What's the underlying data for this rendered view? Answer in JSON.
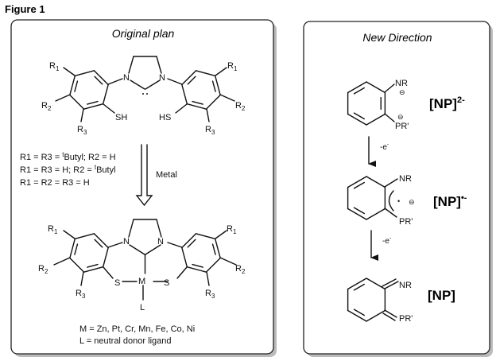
{
  "figure_title": "Figure 1",
  "left_panel": {
    "title": "Original plan",
    "ligand": {
      "R1": "R",
      "R1_sub": "1",
      "R2": "R",
      "R2_sub": "2",
      "R3": "R",
      "R3_sub": "3",
      "N": "N",
      "SH": "SH",
      "HS": "HS"
    },
    "conditions": [
      {
        "pre": "R1 = R3 = ",
        "sup": "t",
        "post": "Butyl; R2 = H"
      },
      {
        "pre": "R1 = R3 = H; R2 = ",
        "sup": "t",
        "post": "Butyl"
      },
      {
        "pre": "R1 = R2 = R3 = H",
        "sup": "",
        "post": ""
      }
    ],
    "reagent": "Metal",
    "complex": {
      "M": "M",
      "S": "S",
      "L": "L"
    },
    "notes": [
      "M = Zn, Pt, Cr, Mn, Fe, Co, Ni",
      "L = neutral donor ligand"
    ]
  },
  "right_panel": {
    "title": "New Direction",
    "NR": "NR",
    "PR": "PR'",
    "minus": "⊖",
    "radical_dot": "•",
    "step_label": "-e",
    "step_sup": "-",
    "species": [
      {
        "label": "[NP]",
        "sup": "2-"
      },
      {
        "label": "[NP]",
        "sup": "•-"
      },
      {
        "label": "[NP]",
        "sup": ""
      }
    ]
  }
}
